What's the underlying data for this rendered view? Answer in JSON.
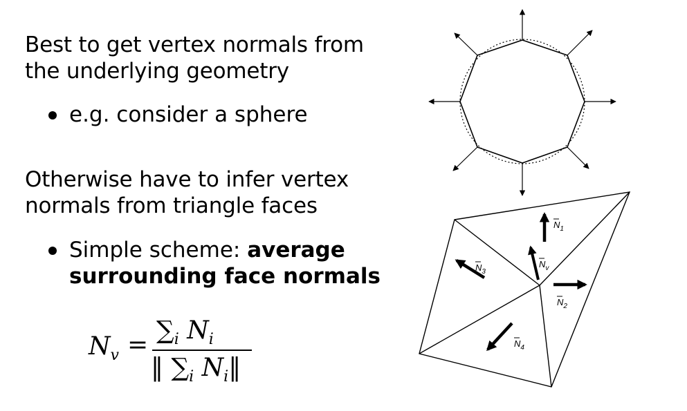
{
  "text": {
    "para1": [
      "Best to get vertex normals from",
      "the underlying geometry"
    ],
    "bullet1": "e.g. consider a sphere",
    "para2": [
      "Otherwise have to infer vertex",
      "normals from triangle faces"
    ],
    "bullet2_prefix": "Simple scheme: ",
    "bullet2_bold_1": "average",
    "bullet2_bold_2": "surrounding face normals"
  },
  "formula": {
    "lhs": "N",
    "lhs_sub": "v",
    "equals": "=",
    "numerator": "∑",
    "numerator_sub": "i",
    "numerator_term": "N",
    "numerator_term_sub": "i",
    "denominator_left": "‖ ∑",
    "denominator_sub": "i",
    "denominator_term": "N",
    "denominator_term_sub": "i",
    "denominator_right": "‖"
  },
  "diagram_labels": {
    "n1": "N",
    "n1_sub": "1",
    "n2": "N",
    "n2_sub": "2",
    "n3": "N",
    "n3_sub": "3",
    "n4": "N",
    "n4_sub": "4",
    "nv": "N",
    "nv_sub": "v"
  }
}
